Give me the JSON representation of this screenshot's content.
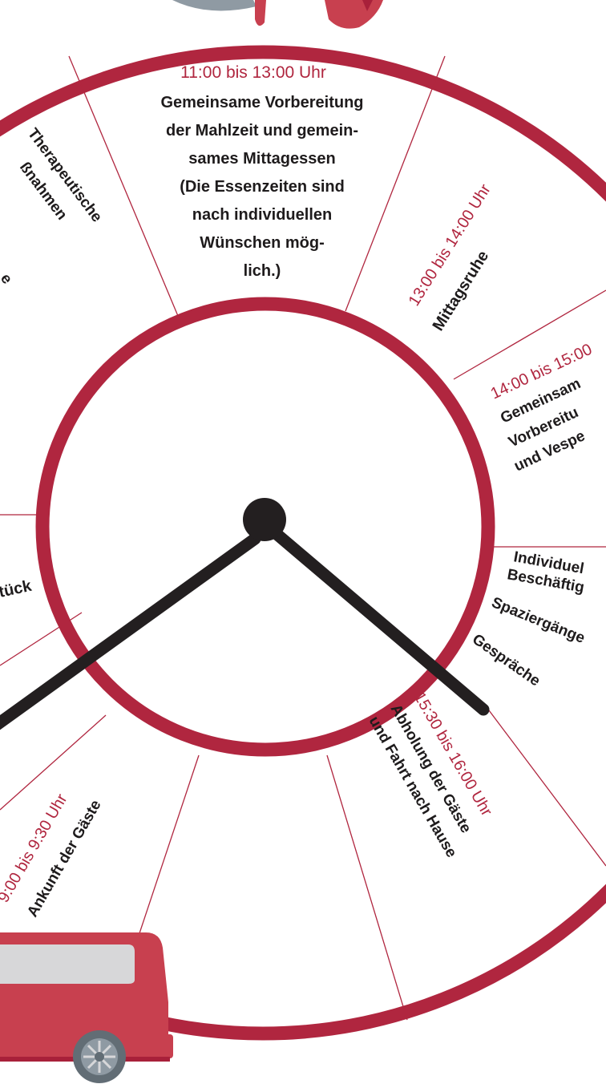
{
  "colors": {
    "ring": "#b0263f",
    "divider": "#b0263f",
    "time_text": "#b0263f",
    "activity_text": "#1e1b1c",
    "hands": "#231f20",
    "van_body": "#c8404f",
    "van_window": "#d7d7d9",
    "wheel": "#8f9aa3"
  },
  "segments": {
    "lunch": {
      "time": "11:00 bis 13:00 Uhr",
      "lines": [
        "Gemeinsame Vorbereitung",
        "der Mahlzeit und gemein-",
        "sames Mittagessen",
        "(Die Essenzeiten sind",
        "nach individuellen",
        "Wünschen mög-",
        "lich.)"
      ]
    },
    "rest": {
      "time": "13:00 bis 14:00 Uhr",
      "activity": "Mittagsruhe"
    },
    "snack": {
      "time": "14:00 bis 15:00",
      "lines": [
        "Gemeinsam",
        "Vorbereitu",
        "und Vespe"
      ]
    },
    "activities": {
      "lines": [
        "Individuel",
        "Beschäftig",
        "Spaziergänge",
        "Gespräche"
      ]
    },
    "pickup": {
      "time": "15:30 bis 16:00 Uhr",
      "lines": [
        "Abholung  der Gäste",
        "und Fahrt nach Hause"
      ]
    },
    "arrival": {
      "time": "9:00 bis 9:30 Uhr",
      "activity": "Ankunft der Gäste"
    },
    "breakfast": {
      "fragment": "tück"
    },
    "therapy": {
      "lines": [
        "Therapeutische",
        "ßnahmen"
      ]
    },
    "left_fragment": {
      "text": "e"
    }
  },
  "icons": {
    "vehicle": "van-icon",
    "wheel": "wheel-icon",
    "top_ornament": "mug-icon"
  }
}
